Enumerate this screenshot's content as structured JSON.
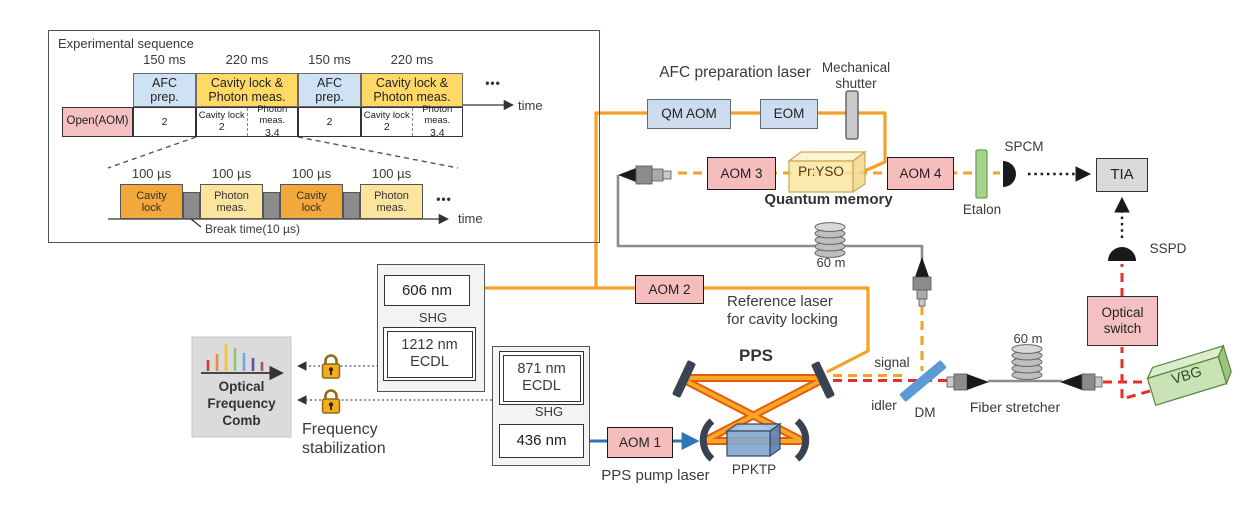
{
  "sequence": {
    "title": "Experimental sequence",
    "time_label": "time",
    "dots": "•••",
    "open_label": "Open(AOM)",
    "columns": [
      {
        "duration": "150 ms",
        "header": "AFC\nprep.",
        "value": "2"
      },
      {
        "duration": "220 ms",
        "header": "Cavity lock &\nPhoton meas.",
        "cells": [
          {
            "label": "Cavity lock",
            "value": "2"
          },
          {
            "label": "Photon meas.",
            "value": "3,4"
          }
        ]
      },
      {
        "duration": "150 ms",
        "header": "AFC\nprep.",
        "value": "2"
      },
      {
        "duration": "220 ms",
        "header": "Cavity lock &\nPhoton meas.",
        "cells": [
          {
            "label": "Cavity lock",
            "value": "2"
          },
          {
            "label": "Photon meas.",
            "value": "3,4"
          }
        ]
      }
    ],
    "zoom_row": {
      "slots": [
        {
          "duration": "100 µs",
          "label": "Cavity\nlock"
        },
        {
          "duration": "100 µs",
          "label": "Photon\nmeas."
        },
        {
          "duration": "100 µs",
          "label": "Cavity\nlock"
        },
        {
          "duration": "100 µs",
          "label": "Photon\nmeas."
        }
      ],
      "break_label": "Break time(10 µs)",
      "time_label": "time",
      "dots": "•••"
    }
  },
  "setup": {
    "afc_prep_laser": "AFC preparation laser",
    "mech_shutter": "Mechanical\nshutter",
    "qm_aom": "QM AOM",
    "eom": "EOM",
    "aom1": "AOM 1",
    "aom2": "AOM 2",
    "aom3": "AOM 3",
    "aom4": "AOM 4",
    "pryso": "Pr:YSO",
    "quantum_memory": "Quantum memory",
    "etalon": "Etalon",
    "spcm": "SPCM",
    "tia": "TIA",
    "sspd": "SSPD",
    "optical_switch": "Optical\nswitch",
    "vbg": "VBG",
    "fiber_60m_memory": "60 m",
    "fiber_60m_stretcher": "60 m",
    "fiber_stretcher": "Fiber stretcher",
    "signal": "signal",
    "idler": "idler",
    "dm": "DM",
    "reference_laser": "Reference laser\nfor cavity locking",
    "pps": "PPS",
    "ppktp": "PPKTP",
    "pps_pump_laser": "PPS pump laser",
    "nm606": "606 nm",
    "shg_top": "SHG",
    "ecdl_1212": "1212 nm\nECDL",
    "ecdl_871": "871 nm\nECDL",
    "shg_bottom": "SHG",
    "nm436": "436 nm",
    "comb": "Optical\nFrequency\nComb",
    "freq_stab": "Frequency\nstabilization"
  },
  "icons": {
    "padlock": "frequency-lock",
    "fiber_spool": "coiled-fiber-delay",
    "comb_spectrum": "optical-frequency-comb-spectrum",
    "detector_dome": "single-photon-detector"
  },
  "colors": {
    "orange_beam": "#F5A125",
    "beam_core_red": "#E65C0F",
    "dash_red": "#E53028",
    "line_blue": "#2E75B6",
    "fiber_gray": "#8C8C8C",
    "pink_box": "#F6BDBD",
    "blue_box": "#CDDCEE",
    "yellow_cell": "#FFD966",
    "block_orange": "#F3A83B",
    "block_light": "#FBE49E",
    "etalon_green": "#A9D18E",
    "vbg_green": "#C9E3B5"
  }
}
